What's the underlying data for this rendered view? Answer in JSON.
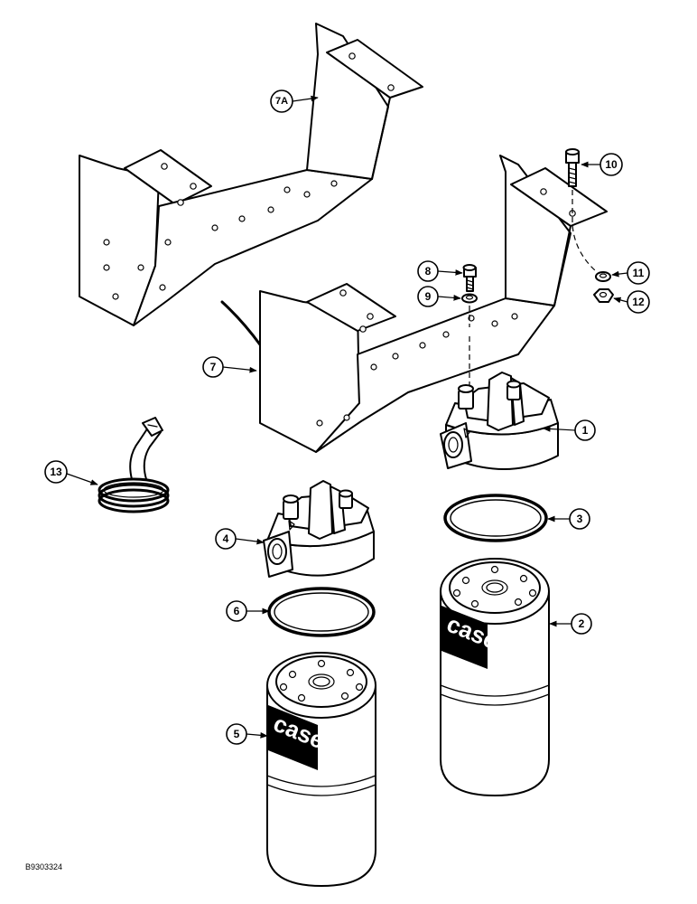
{
  "callouts": [
    {
      "id": "c1",
      "label": "1"
    },
    {
      "id": "c2",
      "label": "2"
    },
    {
      "id": "c3",
      "label": "3"
    },
    {
      "id": "c4",
      "label": "4"
    },
    {
      "id": "c5",
      "label": "5"
    },
    {
      "id": "c6",
      "label": "6"
    },
    {
      "id": "c7",
      "label": "7"
    },
    {
      "id": "c7a",
      "label": "7A"
    },
    {
      "id": "c8",
      "label": "8"
    },
    {
      "id": "c9",
      "label": "9"
    },
    {
      "id": "c10",
      "label": "10"
    },
    {
      "id": "c11",
      "label": "11"
    },
    {
      "id": "c12",
      "label": "12"
    },
    {
      "id": "c13",
      "label": "13"
    }
  ],
  "filter_brand": "case",
  "reference_code": "B9303324"
}
